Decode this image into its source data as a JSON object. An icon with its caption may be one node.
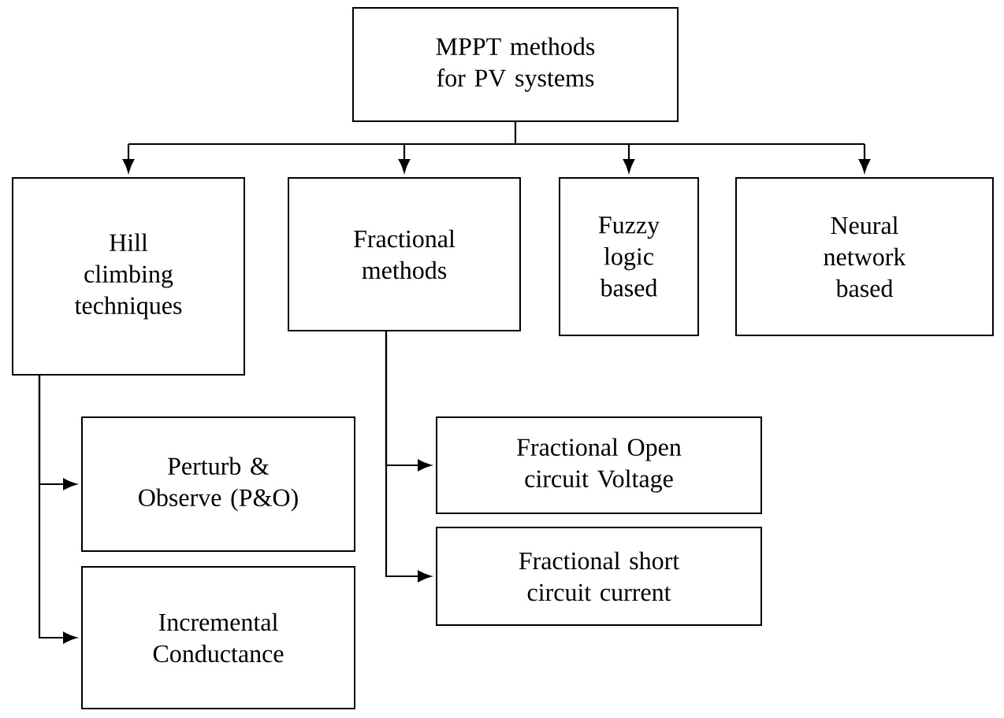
{
  "diagram": {
    "nodes": [
      {
        "text": [
          "MPPT methods for PV systems"
        ]
      },
      {
        "text": [
          "Hill climbing techniques"
        ]
      },
      {
        "text": [
          "Fractional methods"
        ]
      },
      {
        "text": [
          "Fuzzy logic based"
        ]
      },
      {
        "text": [
          "Neural network based"
        ]
      },
      {
        "text": [
          "Perturb & Observe (P&O)"
        ]
      },
      {
        "text": [
          "Incremental Conductance"
        ]
      },
      {
        "text": [
          "Fractional Open circuit Voltage"
        ]
      },
      {
        "text": [
          "Fractional short circuit current"
        ]
      }
    ],
    "edges": [
      {
        "from": 0,
        "to": 1,
        "arrow": "to"
      },
      {
        "from": 0,
        "to": 2,
        "arrow": "to"
      },
      {
        "from": 0,
        "to": 3,
        "arrow": "to"
      },
      {
        "from": 0,
        "to": 4,
        "arrow": "to"
      },
      {
        "from": 1,
        "to": 5,
        "arrow": "to"
      },
      {
        "from": 1,
        "to": 6,
        "arrow": "to"
      },
      {
        "from": 2,
        "to": 7,
        "arrow": "to"
      },
      {
        "from": 2,
        "to": 8,
        "arrow": "to"
      }
    ]
  }
}
